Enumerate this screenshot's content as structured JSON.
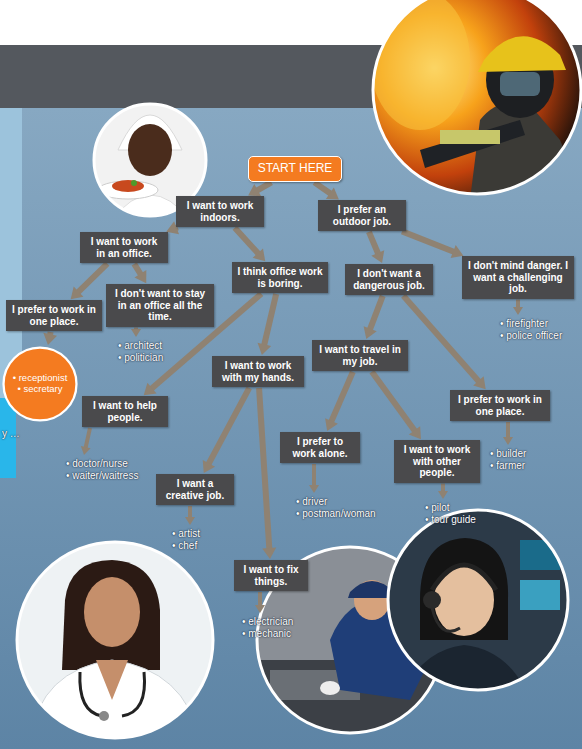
{
  "diagram": {
    "nodes": [
      {
        "text": [
          "START HERE"
        ]
      },
      {
        "text": [
          "I want to work indoors."
        ]
      },
      {
        "text": [
          "I prefer an outdoor job."
        ]
      },
      {
        "text": [
          "I want to work in an office."
        ]
      },
      {
        "text": [
          "I think office work is boring."
        ]
      },
      {
        "text": [
          "I don't want a dangerous job."
        ]
      },
      {
        "text": [
          "I don't mind danger. I want a challenging job."
        ]
      },
      {
        "text": [
          "I prefer to work in one place."
        ]
      },
      {
        "text": [
          "I don't want to stay in an office all the time."
        ]
      },
      {
        "text": [
          "I want to work with my hands."
        ]
      },
      {
        "text": [
          "I want to travel in my job."
        ]
      },
      {
        "text": [
          "I want to help people."
        ]
      },
      {
        "text": [
          "I prefer to work in one place."
        ]
      },
      {
        "text": [
          "I prefer to work alone."
        ]
      },
      {
        "text": [
          "I want to work with other people."
        ]
      },
      {
        "text": [
          "I want a creative job."
        ]
      },
      {
        "text": [
          "I want to fix things."
        ]
      },
      {
        "text": [
          "• receptionist",
          "• secretary"
        ]
      }
    ],
    "edges": [
      {
        "from": 0,
        "to": 1,
        "arrow": "to"
      },
      {
        "from": 0,
        "to": 2,
        "arrow": "to"
      },
      {
        "from": 1,
        "to": 3,
        "arrow": "to"
      },
      {
        "from": 1,
        "to": 4,
        "arrow": "to"
      },
      {
        "from": 2,
        "to": 5,
        "arrow": "to"
      },
      {
        "from": 2,
        "to": 6,
        "arrow": "to"
      },
      {
        "from": 3,
        "to": 7,
        "arrow": "to"
      },
      {
        "from": 3,
        "to": 8,
        "arrow": "to"
      },
      {
        "from": 4,
        "to": 11,
        "arrow": "to"
      },
      {
        "from": 4,
        "to": 9,
        "arrow": "to"
      },
      {
        "from": 5,
        "to": 10,
        "arrow": "to"
      },
      {
        "from": 5,
        "to": 12,
        "arrow": "to"
      },
      {
        "from": 9,
        "to": 15,
        "arrow": "to"
      },
      {
        "from": 9,
        "to": 16,
        "arrow": "to"
      },
      {
        "from": 10,
        "to": 13,
        "arrow": "to"
      },
      {
        "from": 10,
        "to": 14,
        "arrow": "to"
      },
      {
        "from": 7,
        "to": 17,
        "arrow": "to"
      }
    ],
    "labels": [
      "• architect",
      "• politician",
      "• firefighter",
      "• police officer",
      "• doctor/nurse",
      "• waiter/waitress",
      "• builder",
      "• farmer",
      "• driver",
      "• postman/woman",
      "• pilot",
      "• tour guide",
      "• artist",
      "• chef",
      "• electrician",
      "• mechanic",
      "y …"
    ]
  }
}
